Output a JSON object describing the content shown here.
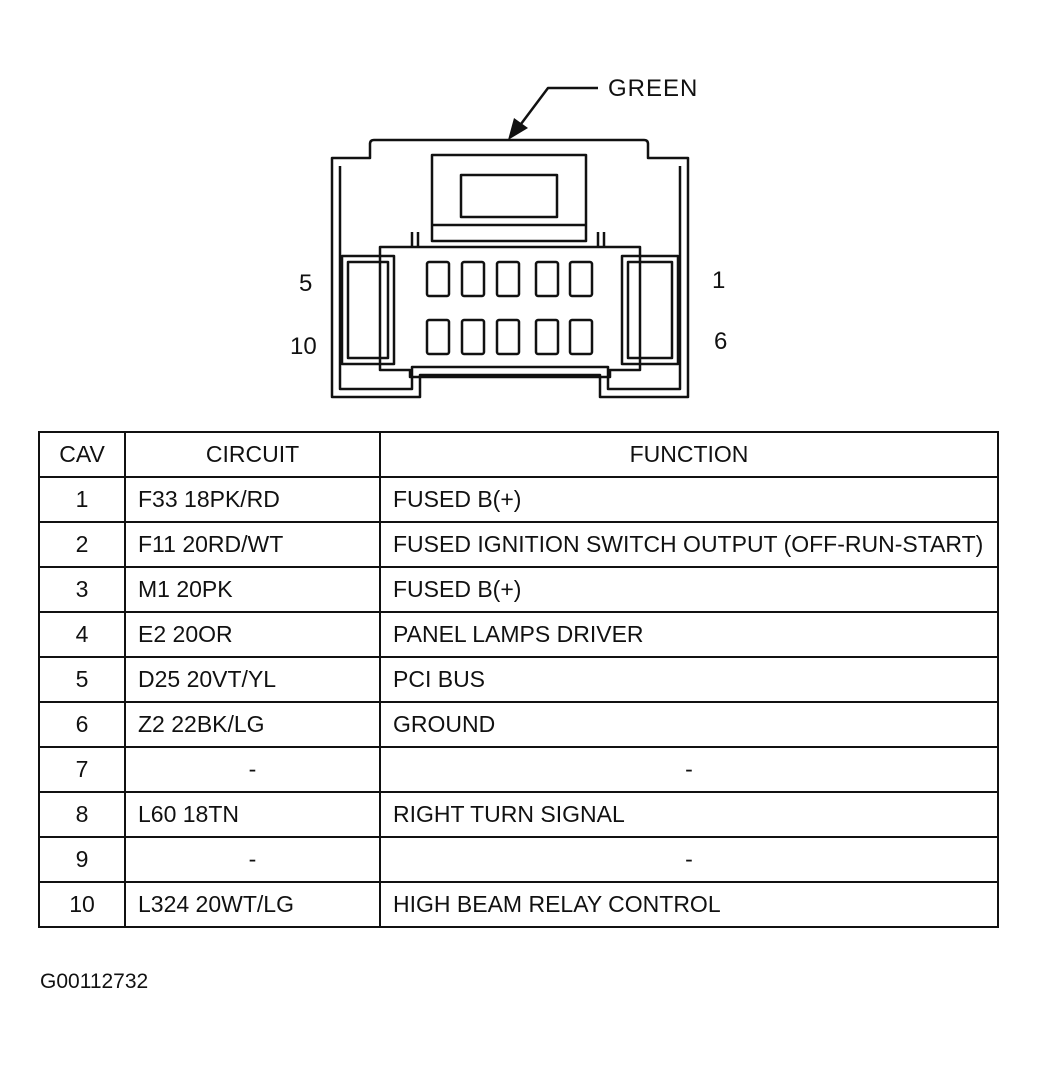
{
  "connector": {
    "color_label": "GREEN",
    "pin_labels": {
      "top_left": "5",
      "bottom_left": "10",
      "top_right": "1",
      "bottom_right": "6"
    }
  },
  "table": {
    "headers": {
      "cav": "CAV",
      "circuit": "CIRCUIT",
      "function": "FUNCTION"
    },
    "rows": [
      {
        "cav": "1",
        "circuit": "F33 18PK/RD",
        "function": "FUSED B(+)"
      },
      {
        "cav": "2",
        "circuit": "F11 20RD/WT",
        "function": "FUSED IGNITION SWITCH OUTPUT (OFF-RUN-START)"
      },
      {
        "cav": "3",
        "circuit": "M1 20PK",
        "function": "FUSED B(+)"
      },
      {
        "cav": "4",
        "circuit": "E2 20OR",
        "function": "PANEL LAMPS DRIVER"
      },
      {
        "cav": "5",
        "circuit": "D25 20VT/YL",
        "function": "PCI BUS"
      },
      {
        "cav": "6",
        "circuit": "Z2 22BK/LG",
        "function": "GROUND"
      },
      {
        "cav": "7",
        "circuit": "-",
        "function": "-"
      },
      {
        "cav": "8",
        "circuit": "L60 18TN",
        "function": "RIGHT TURN SIGNAL"
      },
      {
        "cav": "9",
        "circuit": "-",
        "function": "-"
      },
      {
        "cav": "10",
        "circuit": "L324 20WT/LG",
        "function": "HIGH BEAM RELAY CONTROL"
      }
    ]
  },
  "figure_id": "G00112732"
}
